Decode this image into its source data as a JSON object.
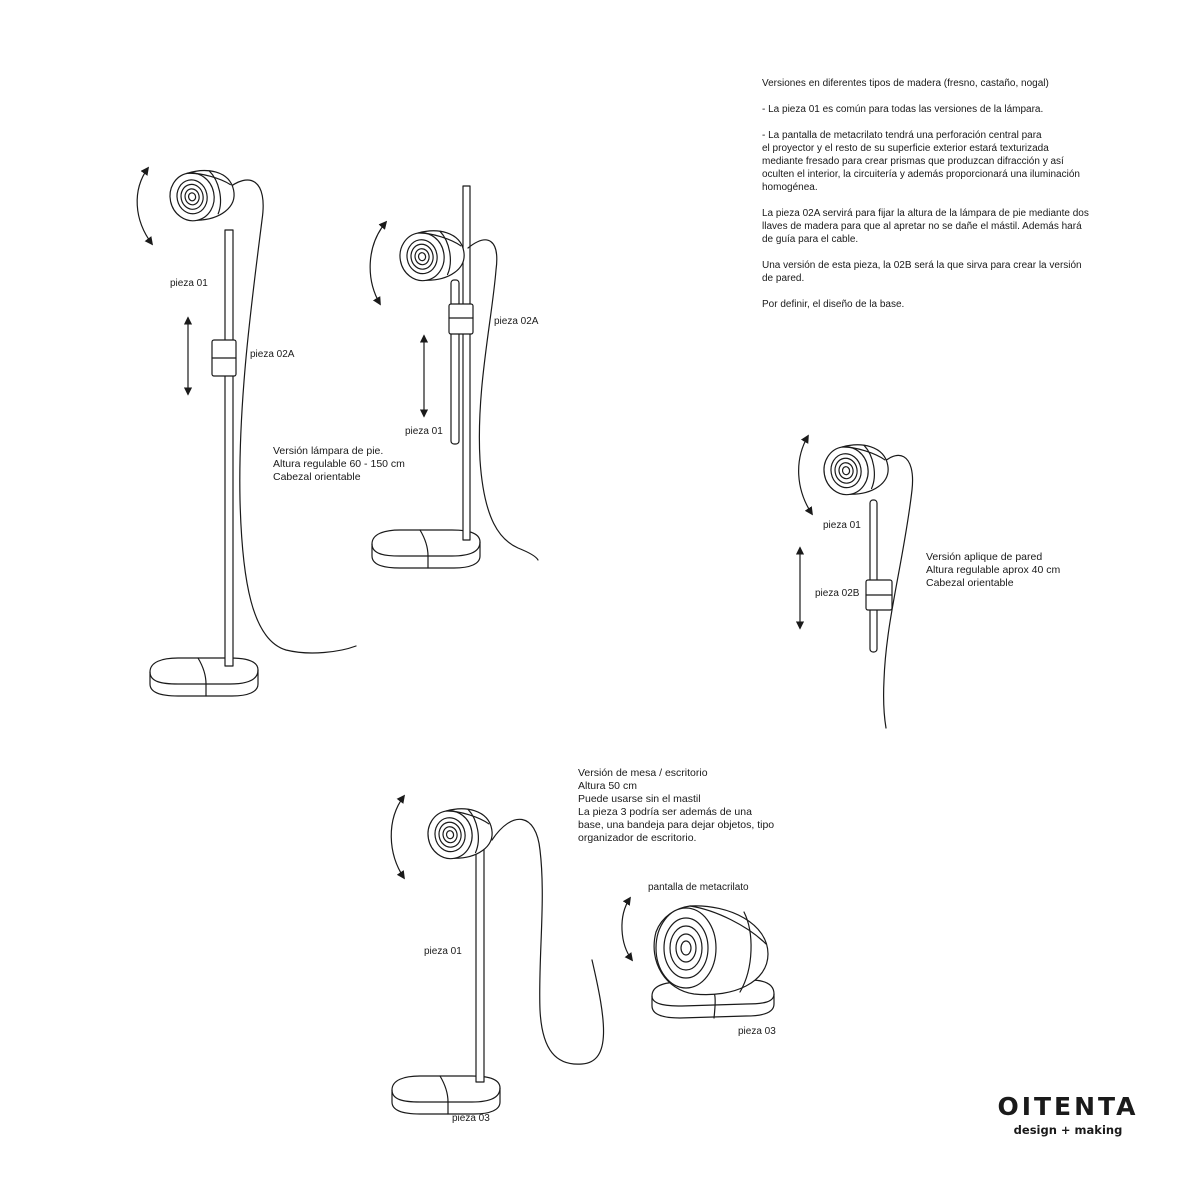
{
  "notes": {
    "paragraphs": [
      [
        "Versiones en diferentes tipos de madera (fresno, castaño, nogal)"
      ],
      [
        "- La pieza 01 es común para todas las versiones de la lámpara."
      ],
      [
        "- La pantalla de metacrilato tendrá una perforación central para",
        "el proyector y el resto de su superficie exterior estará texturizada",
        "mediante fresado para crear prismas que produzcan difracción y así",
        "oculten el interior, la circuitería y además proporcionará una iluminación",
        "homogénea."
      ],
      [
        "La  pieza 02A servirá para fijar la altura de la lámpara de pie mediante dos",
        "llaves de madera para que al apretar no se dañe el mástil. Además hará",
        "de guía para el cable."
      ],
      [
        "Una versión de esta pieza, la 02B será la que sirva para crear la versión",
        "de pared."
      ],
      [
        "Por definir, el diseño de la base."
      ]
    ]
  },
  "labels": {
    "pieza01": "pieza 01",
    "pieza02A": "pieza 02A",
    "pieza02B": "pieza 02B",
    "pieza03": "pieza 03",
    "pantalla": "pantalla de metacrilato"
  },
  "floor_lamp": {
    "lines": [
      "Versión lámpara de pie.",
      "Altura regulable 60 - 150 cm",
      "Cabezal orientable"
    ]
  },
  "wall_lamp": {
    "lines": [
      "Versión aplique de pared",
      "Altura regulable aprox 40 cm",
      "Cabezal orientable"
    ]
  },
  "desk_lamp": {
    "lines": [
      "Versión de mesa / escritorio",
      "Altura 50 cm",
      "Puede usarse sin el mastil",
      "La pieza 3 podría ser además de una",
      "base, una bandeja para dejar objetos, tipo",
      "organizador de escritorio."
    ]
  },
  "brand": {
    "name": "OITENTA",
    "tagline": "design + making"
  },
  "colors": {
    "ink": "#1a1a1a",
    "background": "#ffffff"
  }
}
